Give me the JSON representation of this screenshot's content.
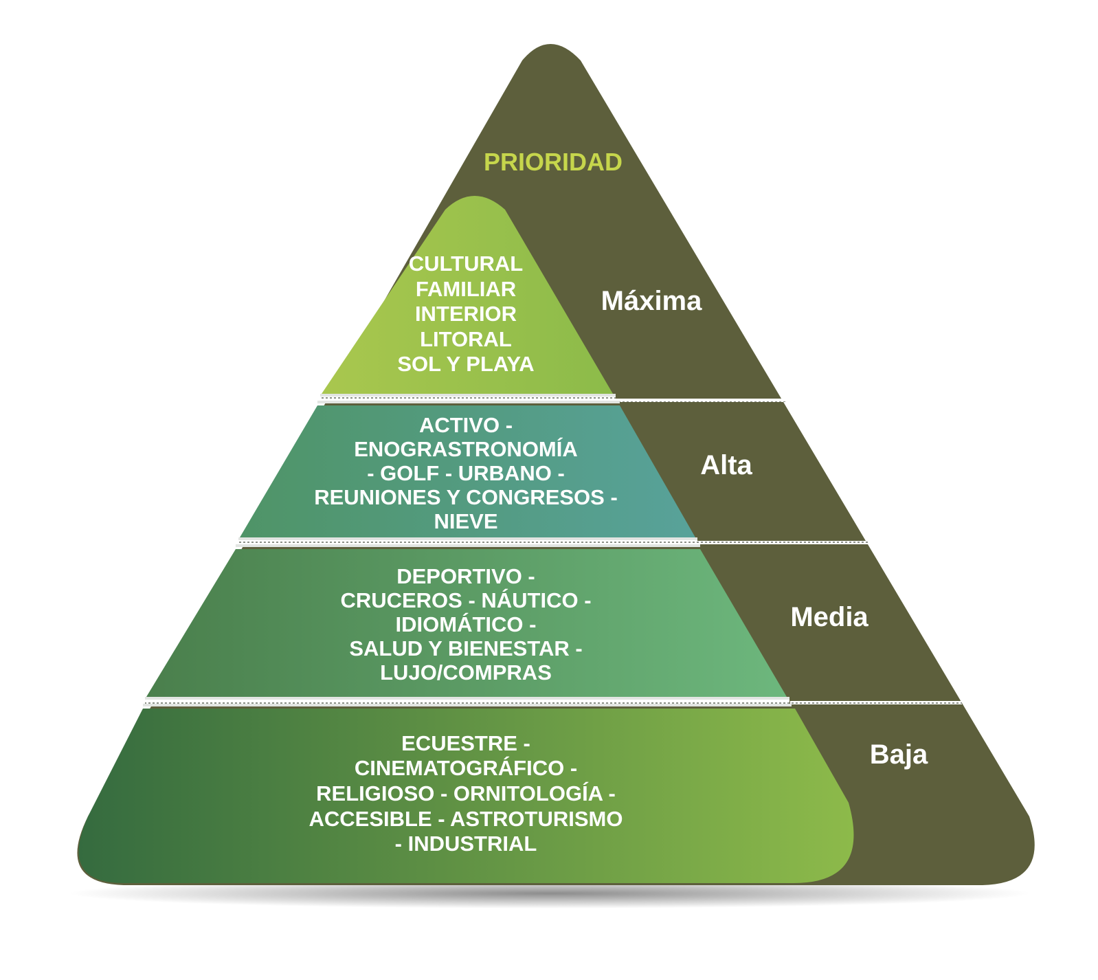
{
  "title": "PRIORIDAD",
  "colors": {
    "outer_pyramid": "#5d5f3c",
    "title_text": "#c6d64c",
    "tier1_gradient": [
      "#a9c74e",
      "#8cbb4a"
    ],
    "tier2_gradient": [
      "#4f9467",
      "#58a29a"
    ],
    "tier3_gradient": [
      "#4a7f4c",
      "#6db77d"
    ],
    "tier4_gradient": [
      "#356b3f",
      "#8dba4a"
    ],
    "separator": "#e2e5e2"
  },
  "tiers": [
    {
      "priority": "Máxima",
      "lines": [
        "CULTURAL",
        "FAMILIAR",
        "INTERIOR",
        "LITORAL",
        "SOL Y PLAYA"
      ]
    },
    {
      "priority": "Alta",
      "lines": [
        "ACTIVO -",
        "ENOGRASTRONOMÍA",
        "- GOLF - URBANO -",
        "REUNIONES Y CONGRESOS -",
        "NIEVE"
      ]
    },
    {
      "priority": "Media",
      "lines": [
        "DEPORTIVO -",
        "CRUCEROS - NÁUTICO -",
        "IDIOMÁTICO -",
        "SALUD Y BIENESTAR -",
        "LUJO/COMPRAS"
      ]
    },
    {
      "priority": "Baja",
      "lines": [
        "ECUESTRE -",
        "CINEMATOGRÁFICO -",
        "RELIGIOSO - ORNITOLOGÍA -",
        "ACCESIBLE - ASTROTURISMO",
        "- INDUSTRIAL"
      ]
    }
  ]
}
